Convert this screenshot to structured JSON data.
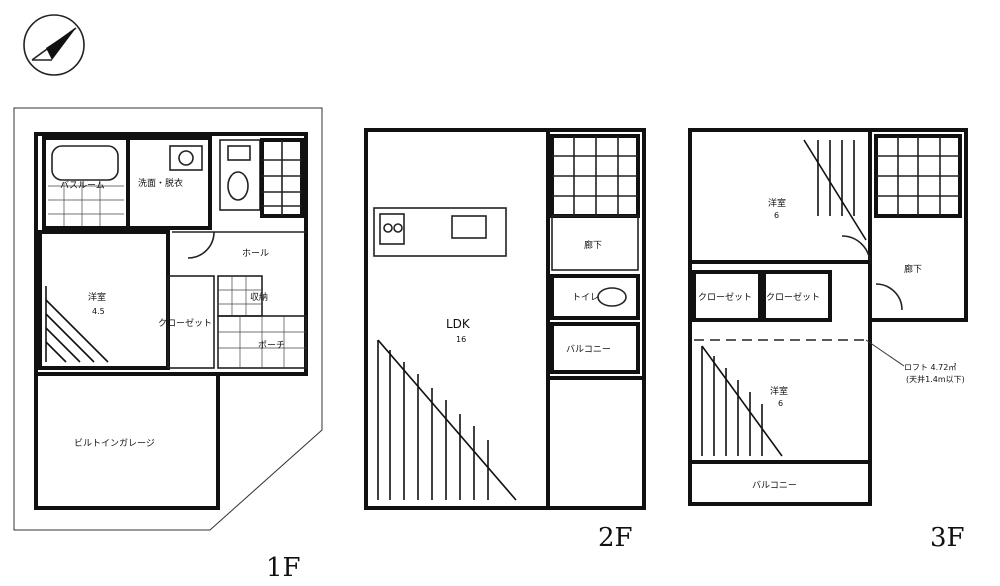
{
  "floors": [
    {
      "label": "1F",
      "rooms": {
        "bath": "バスルーム",
        "washroom": "洗面・脱衣",
        "hall": "ホール",
        "western": "洋室",
        "western_size": "4.5",
        "closet": "クローゼット",
        "storage": "収納",
        "entrance": "ポーチ",
        "garage": "ビルトインガレージ"
      }
    },
    {
      "label": "2F",
      "rooms": {
        "ldk": "LDK",
        "ldk_size": "16",
        "corridor": "廊下",
        "toilet": "トイレ",
        "balcony": "バルコニー"
      }
    },
    {
      "label": "3F",
      "rooms": {
        "western_a": "洋室",
        "western_a_size": "6",
        "corridor": "廊下",
        "closet_a": "クローゼット",
        "closet_b": "クローゼット",
        "western_b": "洋室",
        "western_b_size": "6",
        "balcony": "バルコニー",
        "loft": "ロフト  4.72㎡",
        "loft_note": "(天井1.4m以下)"
      }
    }
  ],
  "icons": {
    "compass": "north-arrow-icon"
  }
}
